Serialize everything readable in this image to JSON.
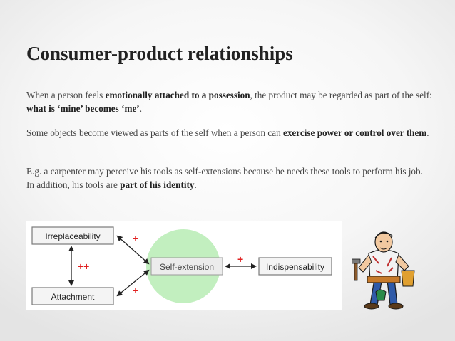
{
  "slide": {
    "title": "Consumer-product relationships",
    "p1": {
      "t1": "When a person feels ",
      "b1": "emotionally attached to a possession",
      "t2": ", the product may be regarded as part of the self: ",
      "b2": "what is ‘mine’ becomes ‘me’",
      "t3": "."
    },
    "p2": {
      "t1": "Some objects become viewed as parts of the self when a person can ",
      "b1": "exercise power or control over them",
      "t2": "."
    },
    "p3": {
      "t1": "E.g. a carpenter may perceive his tools as self-extensions because he needs these tools to perform his job. In addition, his tools are ",
      "b1": "part of his identity",
      "t2": "."
    }
  },
  "diagram": {
    "boxes": {
      "irreplaceability": "Irreplaceability",
      "attachment": "Attachment",
      "self_extension": "Self-extension",
      "indispensability": "Indispensability"
    },
    "signs": {
      "irreplaceability_to_self": "+",
      "attachment_to_self": "+",
      "indispensability_to_self": "+",
      "irreplaceability_attachment": "++"
    },
    "colors": {
      "box_border": "#7a7a7a",
      "box_fill": "#f4f4f4",
      "circle": "#b7ecb4",
      "sign": "#e02020"
    }
  },
  "clipart": {
    "icon": "carpenter-with-tools-icon"
  }
}
